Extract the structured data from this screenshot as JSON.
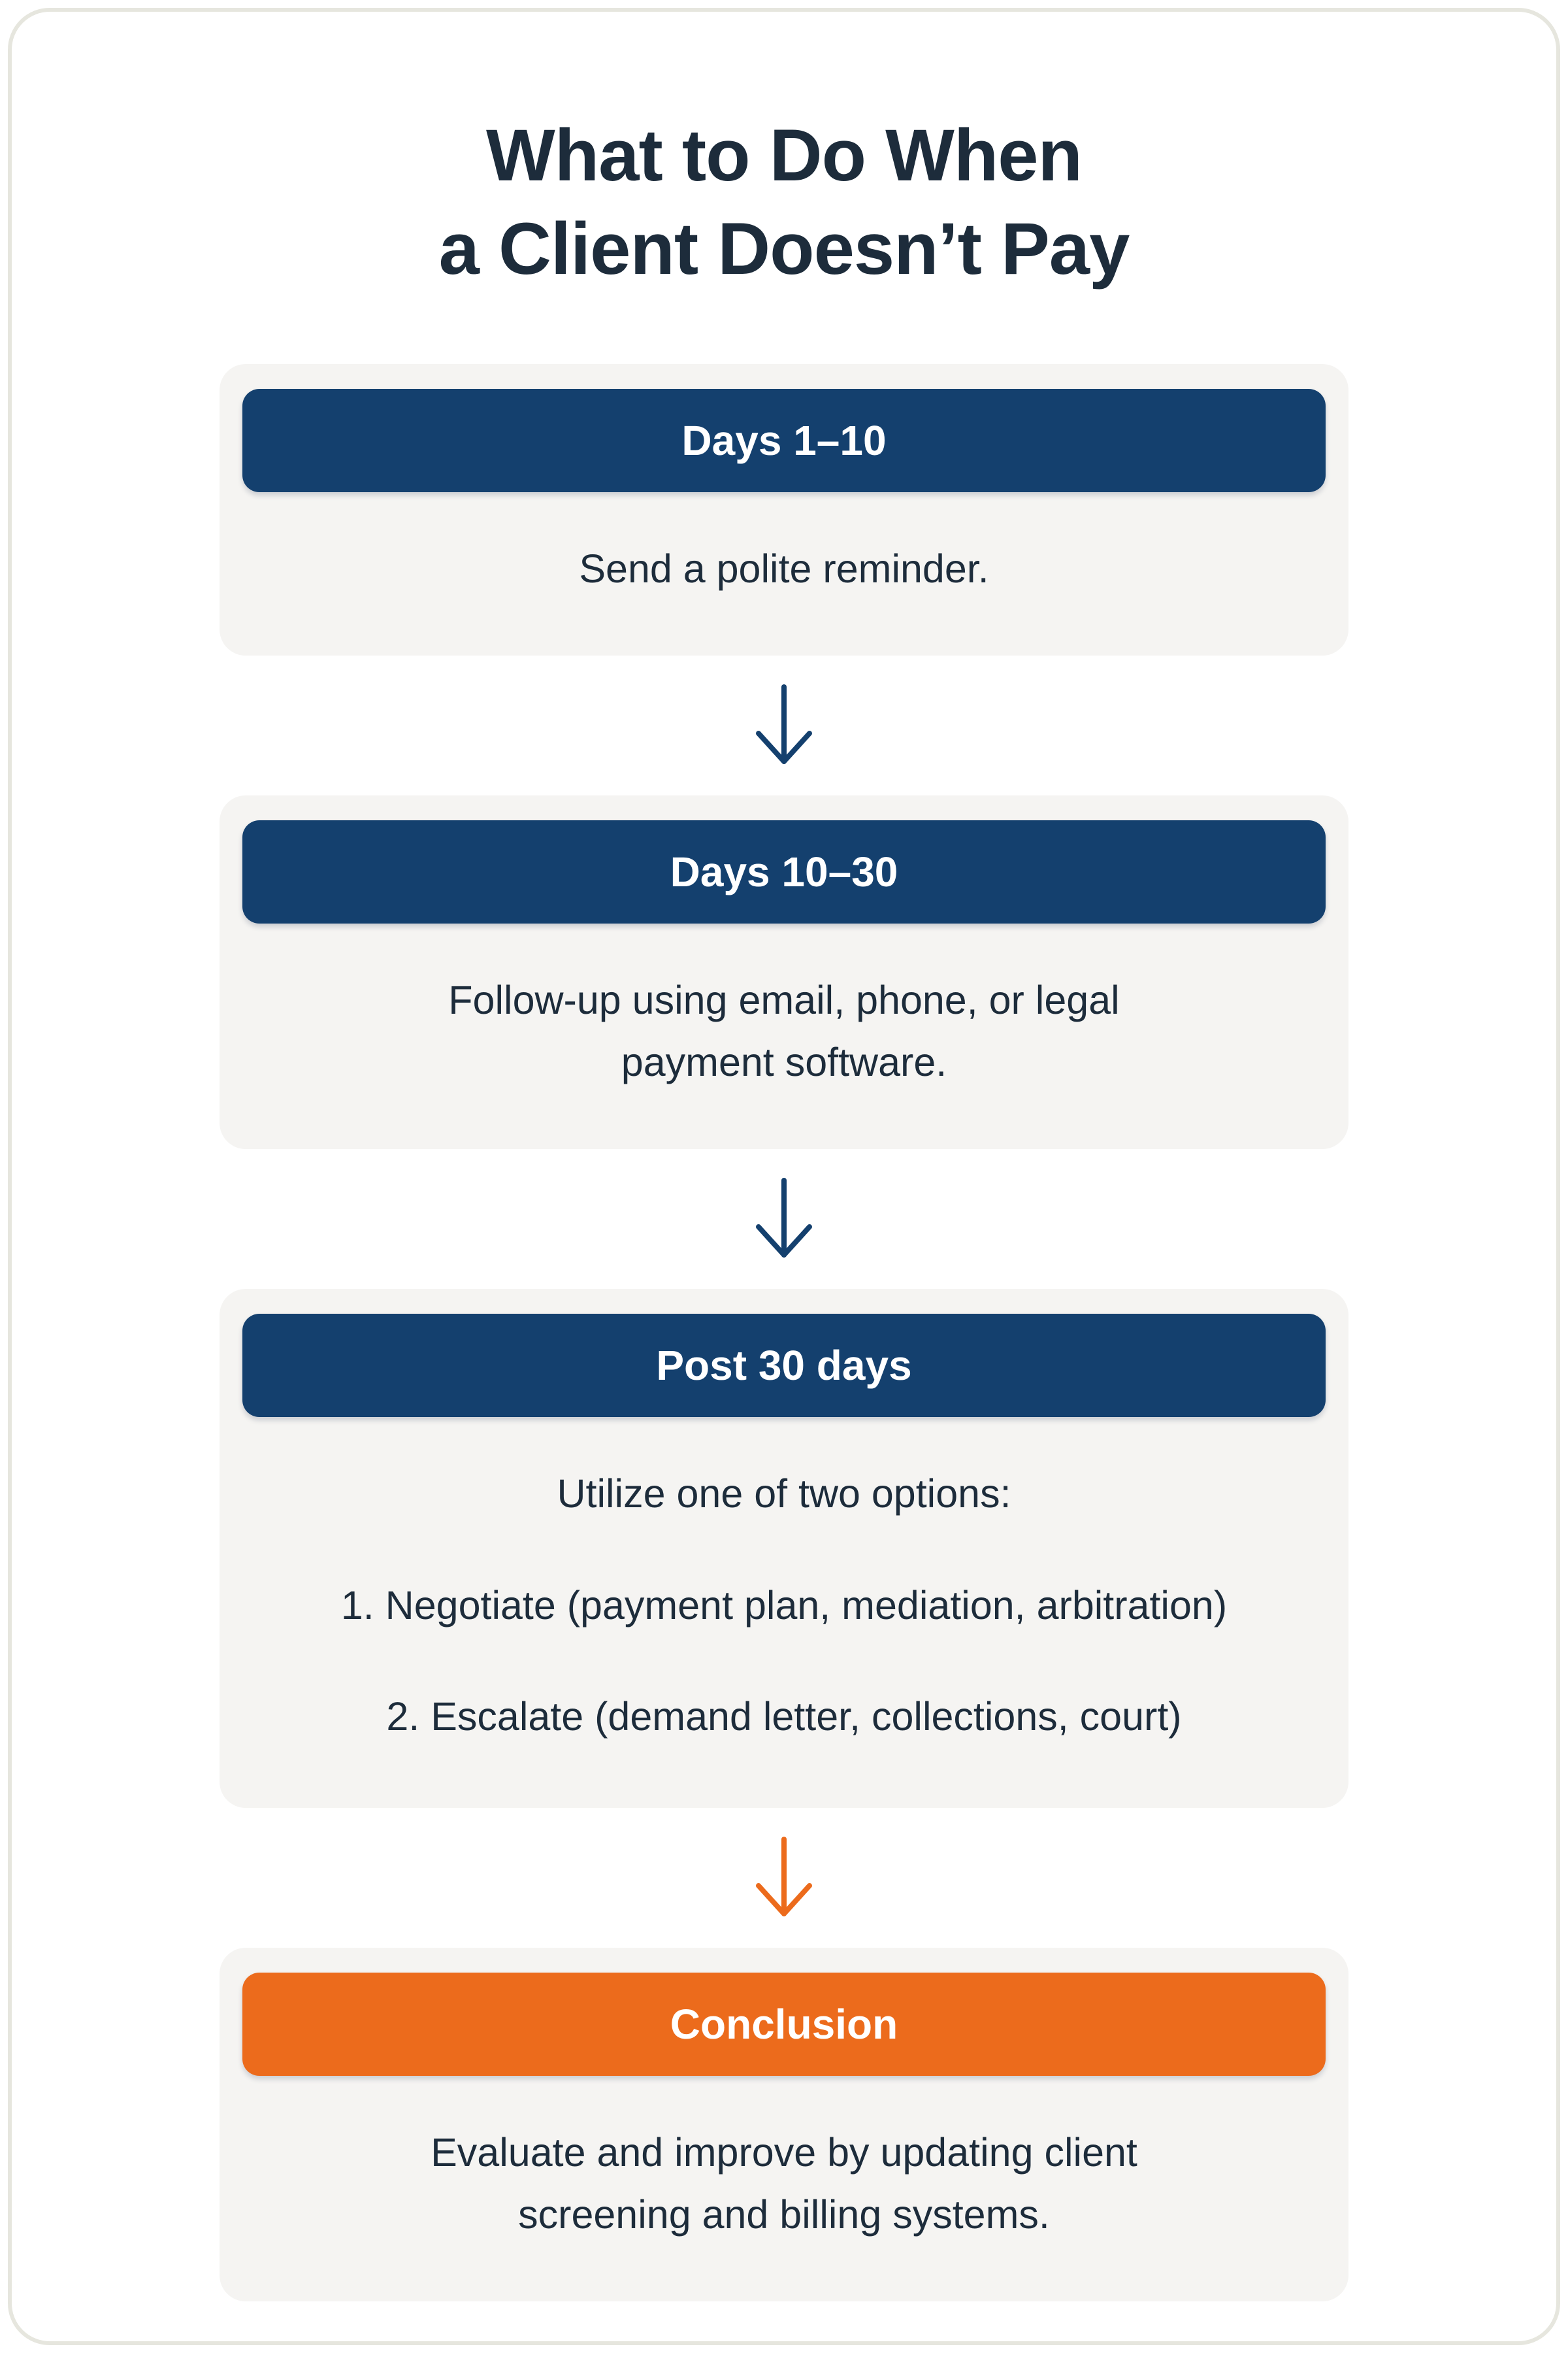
{
  "title": {
    "line1": "What to Do When",
    "line2": "a Client Doesn’t Pay"
  },
  "colors": {
    "navy": "#14406e",
    "orange": "#ec6b1c",
    "text": "#1d2c3b",
    "card_bg": "#f5f4f2",
    "page_border": "#e6e6de",
    "header_text": "#ffffff"
  },
  "steps": [
    {
      "header": "Days 1–10",
      "body_lines": [
        "Send a polite reminder."
      ]
    },
    {
      "header": "Days 10–30",
      "body_lines": [
        "Follow-up using email, phone, or legal",
        "payment software."
      ]
    },
    {
      "header": "Post 30 days",
      "intro": "Utilize one of two options:",
      "options": [
        "1. Negotiate (payment plan, mediation, arbitration)",
        "2. Escalate (demand letter, collections, court)"
      ]
    },
    {
      "header": "Conclusion",
      "body_lines": [
        "Evaluate and improve by updating client",
        "screening and billing systems."
      ]
    }
  ],
  "arrows": [
    {
      "name": "down-arrow-1",
      "color": "navy"
    },
    {
      "name": "down-arrow-2",
      "color": "navy"
    },
    {
      "name": "down-arrow-3",
      "color": "orange"
    }
  ]
}
